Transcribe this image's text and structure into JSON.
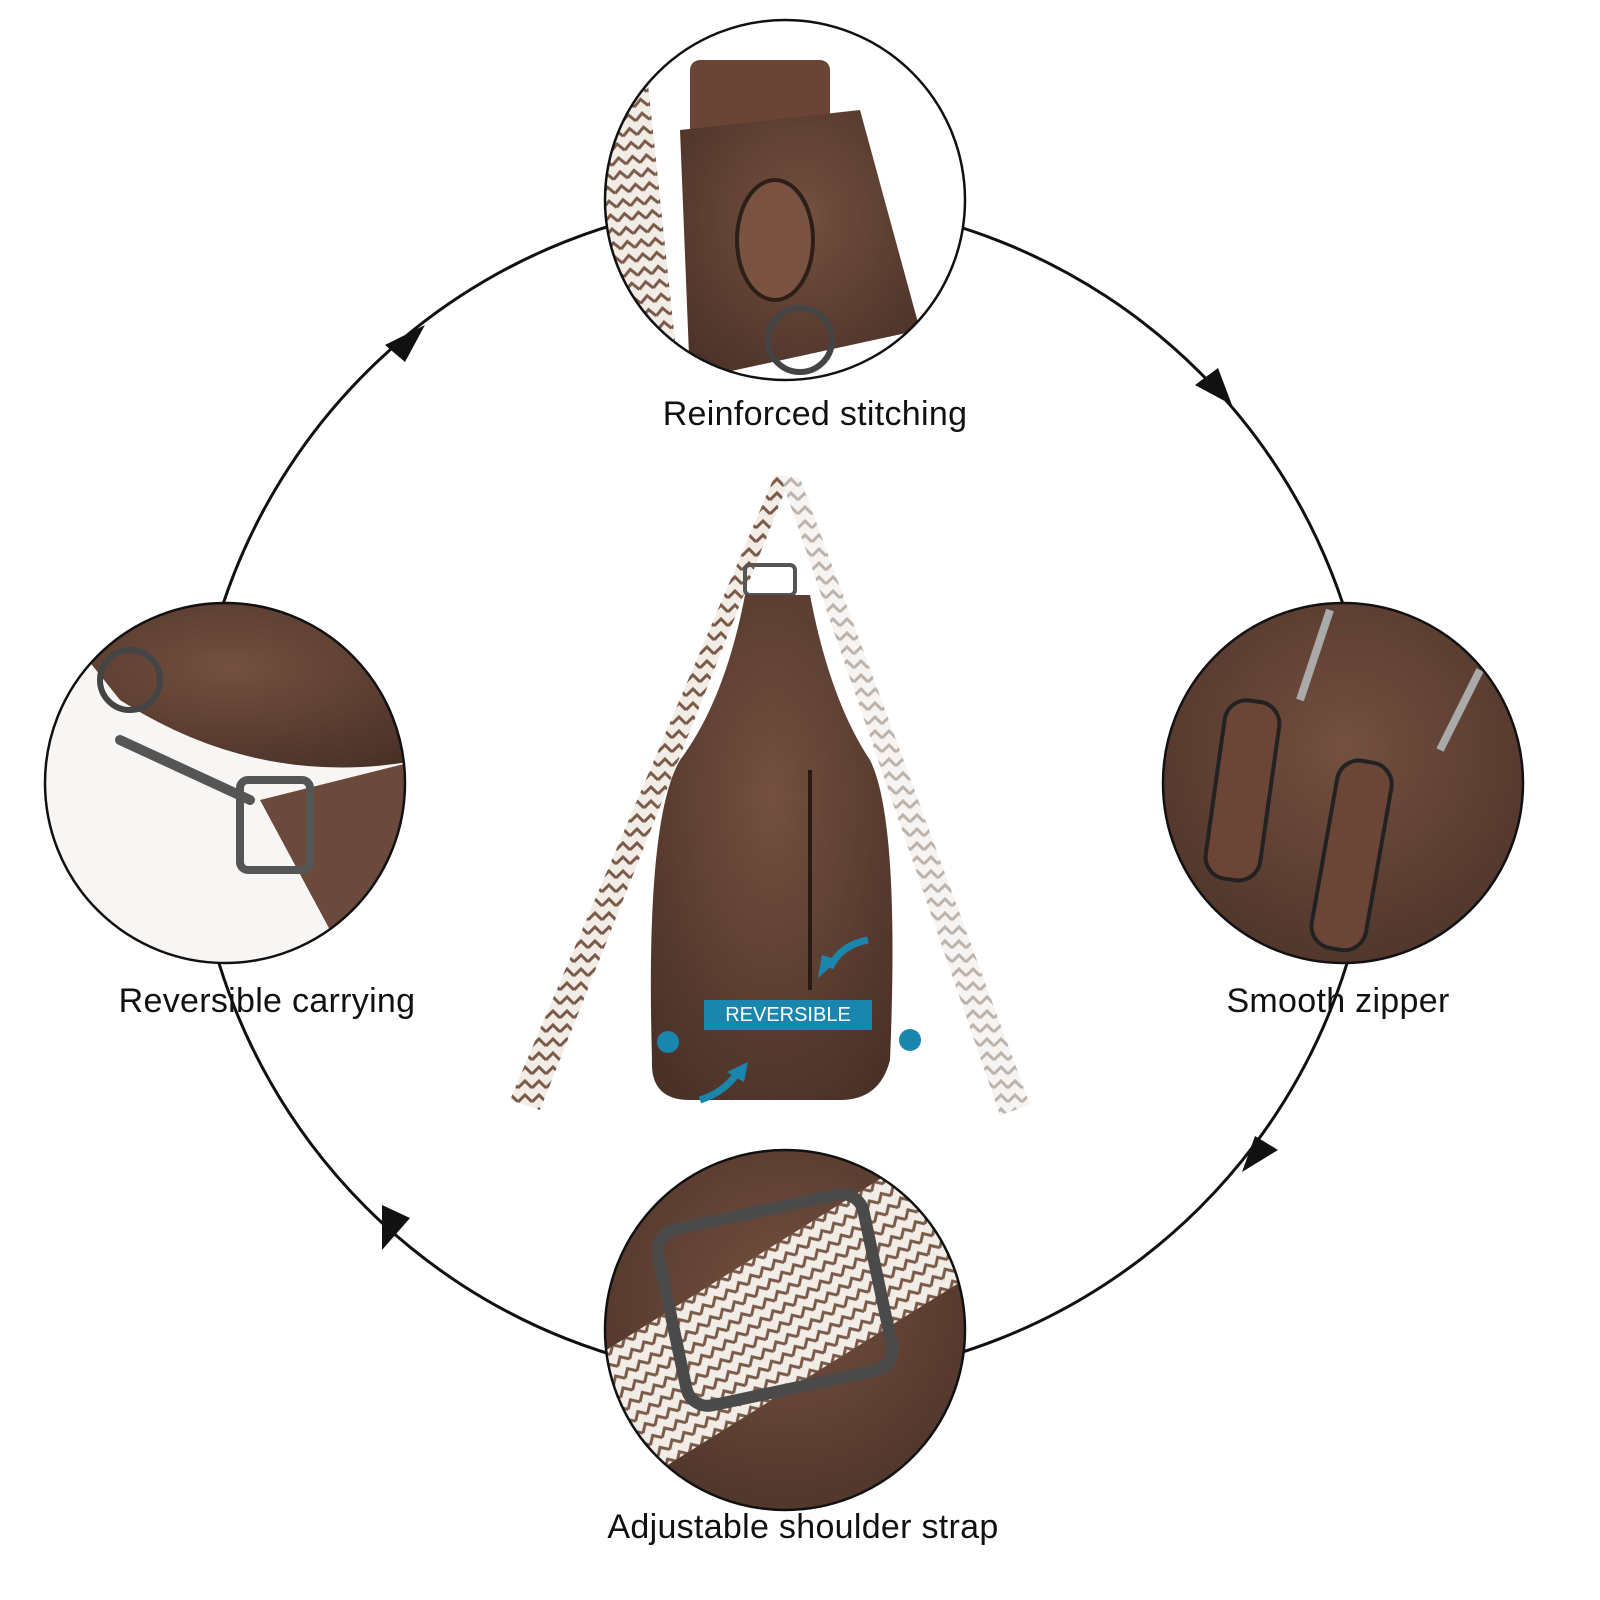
{
  "features": [
    {
      "label": "Reinforced stitching",
      "icon": "d-ring-stitching-closeup"
    },
    {
      "label": "Smooth zipper",
      "icon": "zipper-closeup"
    },
    {
      "label": "Adjustable shoulder strap",
      "icon": "strap-buckle-closeup"
    },
    {
      "label": "Reversible carrying",
      "icon": "clasp-hook-closeup"
    }
  ],
  "center": {
    "badge": "REVERSIBLE",
    "product": "sling-bag"
  },
  "colors": {
    "leather": "#5e3f33",
    "accent": "#1a86ad",
    "ring": "#111111"
  }
}
